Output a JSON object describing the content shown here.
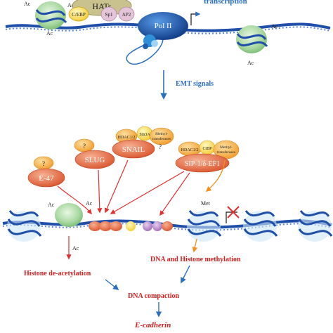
{
  "top": {
    "hats": "HATs",
    "cebp": "C/EBP",
    "sp1": "Sp1",
    "ap2": "AP2",
    "pol2": "Pol II",
    "transcription_partial": "transcription",
    "ac_marks": [
      "Ac",
      "Ac",
      "Ac",
      "Ac",
      "Ac"
    ]
  },
  "emt_signals": "EMT signals",
  "repressors": {
    "e47": "E-47",
    "e47_q": "?",
    "slug": "SLUG",
    "slug_q": "?",
    "snail": "SNAIL",
    "snail_hdac": "HDAC1/2",
    "snail_sin3a": "Sin3A",
    "snail_methyl": "Methyl-\ntransferases",
    "snail_q": "?",
    "sip1": "SIP-1/δ-EF1",
    "sip1_hdac": "HDAC1/2",
    "sip1_ctbp": "CtBP",
    "sip1_methyl": "Methyl-\ntransferases"
  },
  "bottom": {
    "ac_left": "Ac",
    "ac_right": "Ac",
    "ac_below": "Ac",
    "met": "Met",
    "histone_deacetylation": "Histone de-acetylation",
    "dna_histone_methylation": "DNA and Histone methylation",
    "dna_compaction": "DNA compaction",
    "ecadherin": "E-cadherin"
  },
  "colors": {
    "dna_blue": "#1f4fa8",
    "nucleosome_green": "#a8d8a0",
    "arrow_red": "#e03030",
    "arrow_orange": "#f09020",
    "arrow_blue": "#2a6fc0",
    "text_red": "#d82020",
    "pol2_blue": "#1e5fb0"
  }
}
